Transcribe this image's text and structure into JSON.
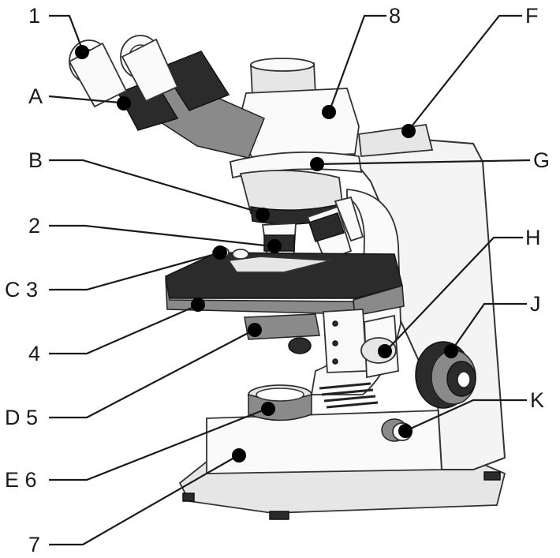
{
  "labels": {
    "l1": "1",
    "lA": "A",
    "lB": "B",
    "l2": "2",
    "lC3": "C 3",
    "l4": "4",
    "lD5": "D 5",
    "lE6": "E 6",
    "l7": "7",
    "l8": "8",
    "lF": "F",
    "lG": "G",
    "lH": "H",
    "lJ": "J",
    "lK": "K"
  }
}
